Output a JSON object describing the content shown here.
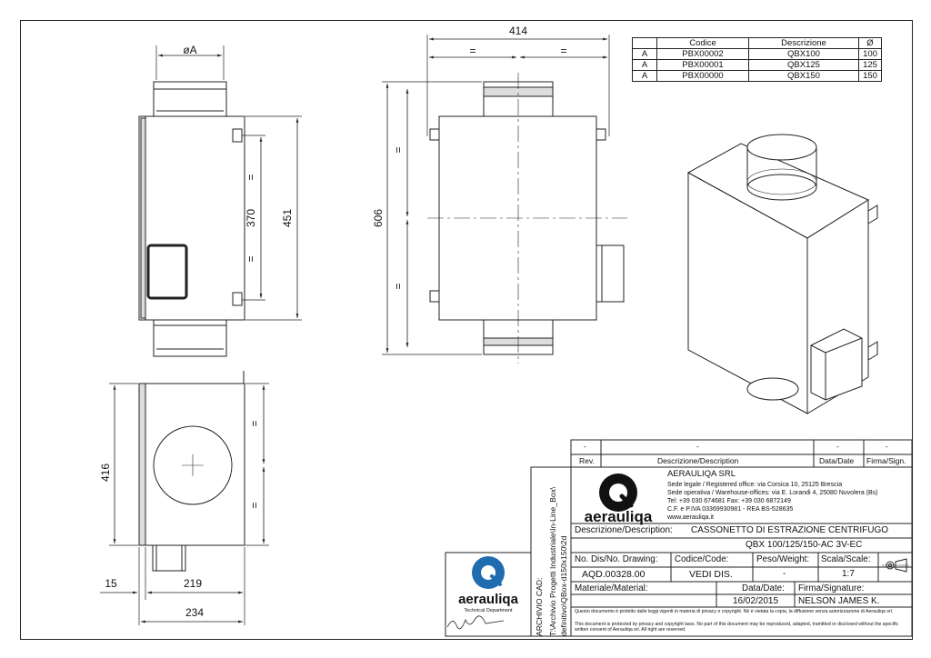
{
  "dimensions": {
    "phiA": "øA",
    "d451": "451",
    "d370": "370",
    "eq": "=",
    "d414": "414",
    "d606": "606",
    "d416": "416",
    "d219": "219",
    "d15": "15",
    "d234": "234"
  },
  "parts_table": {
    "headers": [
      "",
      "Codice",
      "Descrizione",
      "Ø"
    ],
    "rows": [
      [
        "A",
        "PBX00002",
        "QBX100",
        "100"
      ],
      [
        "A",
        "PBX00001",
        "QBX125",
        "125"
      ],
      [
        "A",
        "PBX00000",
        "QBX150",
        "150"
      ]
    ]
  },
  "revision": {
    "rev_label": "Rev.",
    "desc_label": "Descrizione/Description",
    "date_label": "Data/Date",
    "sign_label": "Firma/Sign.",
    "placeholder": "-"
  },
  "company": {
    "logo_text": "aerauliqa",
    "name": "AERAULIQA SRL",
    "lines": [
      "Sede legale / Registered office: via Corsica 10, 25125 Brescia",
      "Sede operativa / Warehouse-offices: via E. Lorandi 4, 25080 Nuvolera (Bs)",
      "Tel: +39 030 674681 Fax: +39 030 6872149",
      "C.F. e P.IVA 03369930981 - REA BS-528635",
      "www.aerauliqa.it"
    ]
  },
  "title_block": {
    "description_label": "Descrizione/Description:",
    "description_value": "CASSONETTO DI ESTRAZIONE CENTRIFUGO",
    "model": "QBX 100/125/150-AC 3V-EC",
    "drawing_label": "No. Dis/No. Drawing:",
    "drawing_value": "AQD.00328.00",
    "code_label": "Codice/Code:",
    "code_value": "VEDI DIS.",
    "weight_label": "Peso/Weight:",
    "weight_value": "-",
    "scale_label": "Scala/Scale:",
    "scale_value": "1:7",
    "material_label": "Materiale/Material:",
    "date_label": "Data/Date:",
    "date_value": "16/02/2015",
    "signature_label": "Firma/Signature:",
    "signature_value": "NELSON JAMES K.",
    "legal_it": "Questo documento è protetto dalle leggi vigenti in materia di privacy e copyright. Nè è vietata la copia, la diffusione senza autorizzazione di Aerauliqa srl.",
    "legal_en": "This document is protected by privacy and copyright laws. No part of this document may be reproduced, adapted, tramitted or disclosed without the specific written consent of Aerauliqa srl. All right are reserved."
  },
  "archive": {
    "line1": "ARCHIVIO CAD:",
    "line2": "T:\\Archivio Progetti Industriale\\In-Line_Box\\",
    "line3": "definitivo\\QBox-d150x150\\2d"
  },
  "stamp": {
    "logo_text": "aerauliqa",
    "department": "Technical Department"
  }
}
